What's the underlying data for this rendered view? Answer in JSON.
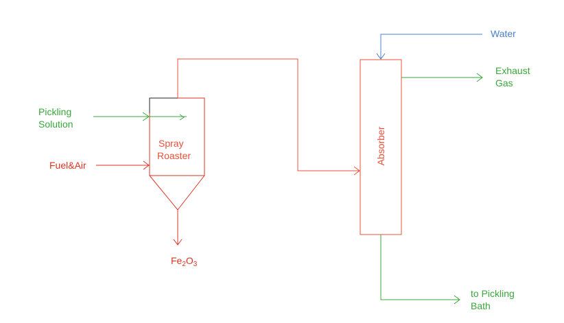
{
  "diagram": {
    "units": {
      "spray_roaster": {
        "line1": "Spray",
        "line2": "Roaster"
      },
      "absorber": {
        "label": "Absorber"
      }
    },
    "streams": {
      "pickling_solution": {
        "line1": "Pickling",
        "line2": "Solution"
      },
      "fuel_air": {
        "label": "Fuel&Air"
      },
      "product": {
        "base": "Fe",
        "sub1": "2",
        "mid": "O",
        "sub2": "3"
      },
      "water": {
        "label": "Water"
      },
      "exhaust_gas": {
        "line1": "Exhaust",
        "line2": "Gas"
      },
      "to_bath": {
        "line1": "to Pickling",
        "line2": "Bath"
      }
    },
    "colors": {
      "green": "#3aa63a",
      "red": "#dd3322",
      "orange": "#e8503a",
      "blue": "#4a80c8",
      "dark": "#222222"
    }
  }
}
